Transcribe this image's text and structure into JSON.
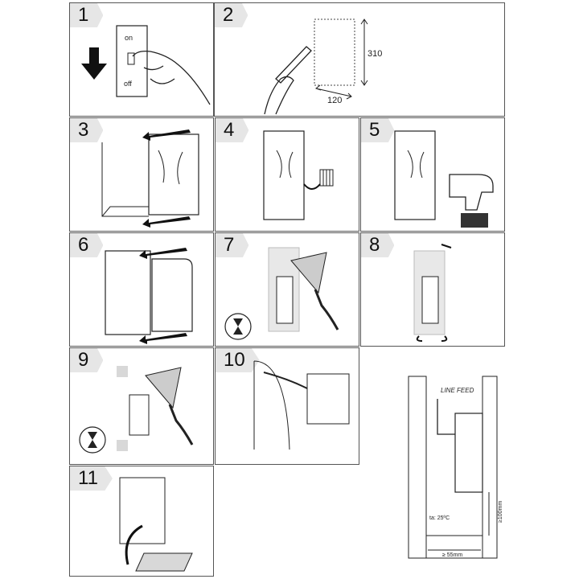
{
  "steps": [
    "1",
    "2",
    "3",
    "4",
    "5",
    "6",
    "7",
    "8",
    "9",
    "10",
    "11"
  ],
  "switch": {
    "on": "on",
    "off": "off"
  },
  "dimensions": {
    "height": "310",
    "width": "120"
  },
  "detail": {
    "line_feed": "LINE FEED",
    "ambient": "ta: 25ºC",
    "min_height": "≥100mm",
    "min_depth": "≥ 55mm"
  }
}
